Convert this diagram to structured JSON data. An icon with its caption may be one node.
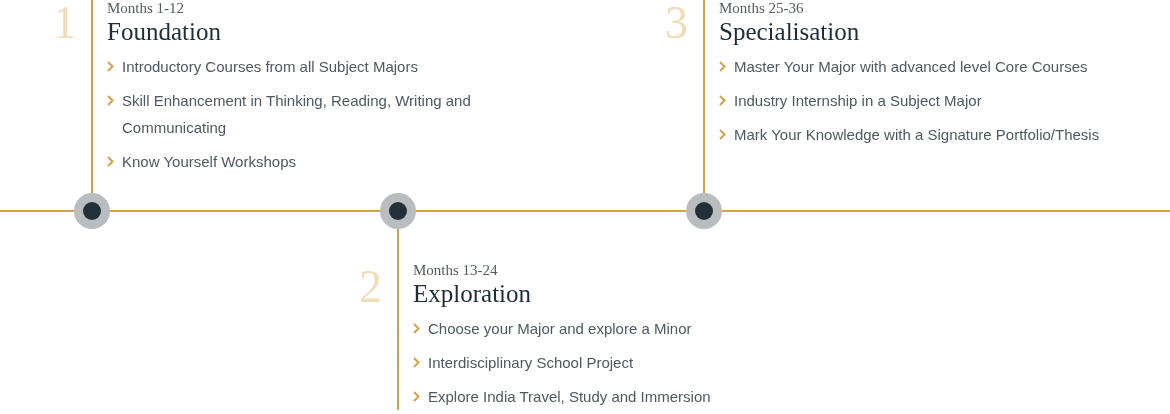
{
  "diagram": {
    "nodes": [
      {
        "text": [
          "1",
          "Months 1-12",
          "Foundation",
          "Introductory Courses from all Subject Majors",
          "Skill Enhancement in Thinking, Reading, Writing and Communicating",
          "Know Yourself Workshops"
        ]
      },
      {
        "text": [
          "3",
          "Months 25-36",
          "Specialisation",
          "Master Your Major with advanced level Core Courses",
          "Industry Internship in a  Subject Major",
          "Mark Your Knowledge with a Signature Portfolio/Thesis"
        ]
      },
      {
        "text": [],
        "shape": "circle"
      },
      {
        "text": [],
        "shape": "circle"
      },
      {
        "text": [],
        "shape": "circle"
      },
      {
        "text": [
          "2",
          "Months 13-24",
          "Exploration",
          "Choose your Major and explore a Minor",
          "Interdisciplinary School Project",
          "Explore India Travel, Study and Immersion"
        ]
      }
    ],
    "edges": [
      {
        "from": 2,
        "to": 0,
        "arrow": "none"
      },
      {
        "from": 3,
        "to": 5,
        "arrow": "none"
      },
      {
        "from": 4,
        "to": 1,
        "arrow": "none"
      },
      {
        "from": null,
        "to": 2,
        "arrow": "none"
      },
      {
        "from": 2,
        "to": 3,
        "arrow": "none"
      },
      {
        "from": 3,
        "to": 4,
        "arrow": "none"
      },
      {
        "from": 4,
        "to": null,
        "arrow": "none"
      }
    ]
  }
}
